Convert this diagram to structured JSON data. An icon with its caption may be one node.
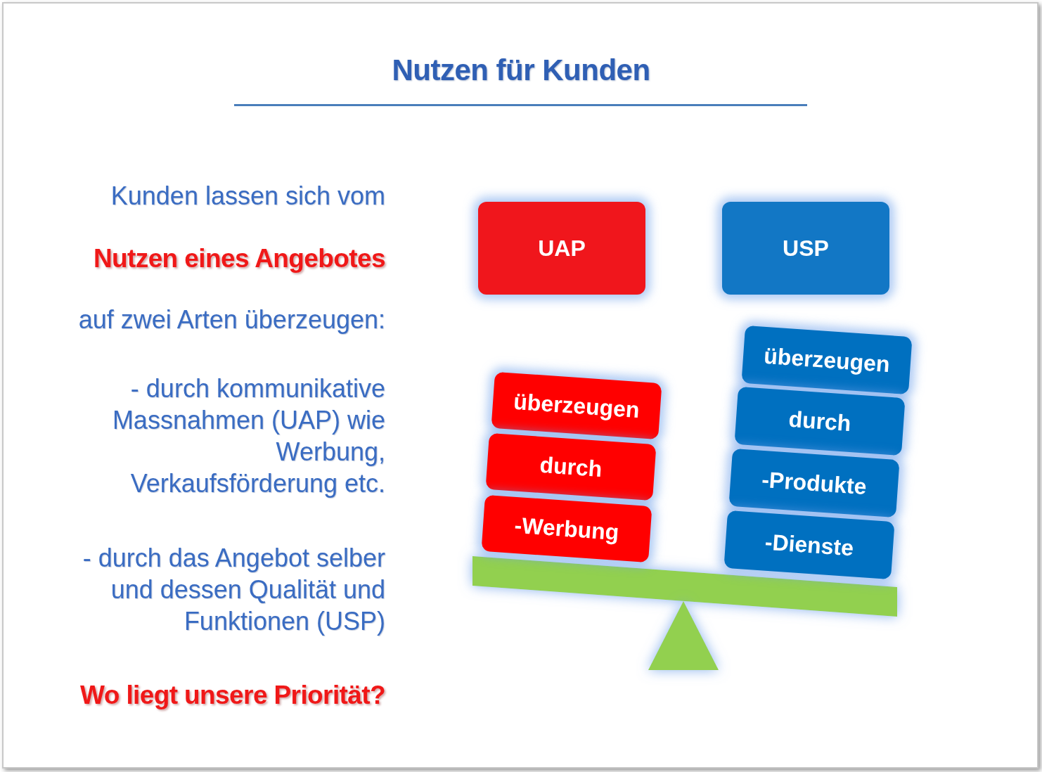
{
  "diagram": {
    "title": "Nutzen für Kunden",
    "nodes": [
      {
        "text": [
          "UAP"
        ]
      },
      {
        "text": [
          "USP"
        ]
      },
      {
        "text": [
          "überzeugen"
        ]
      },
      {
        "text": [
          "durch"
        ]
      },
      {
        "text": [
          "-Werbung"
        ]
      },
      {
        "text": [
          "überzeugen"
        ]
      },
      {
        "text": [
          "durch"
        ]
      },
      {
        "text": [
          "-Produkte"
        ]
      },
      {
        "text": [
          "-Dienste"
        ]
      },
      {
        "text": [],
        "shape": "bar"
      },
      {
        "text": [],
        "shape": "triangle"
      }
    ],
    "labels": [
      "Kunden lassen sich vom",
      "Nutzen eines Angebotes",
      "auf zwei Arten überzeugen:",
      "- durch kommunikative Massnahmen (UAP) wie Werbung, Verkaufsförderung etc.",
      "- durch das Angebot selber und dessen Qualität und Funktionen (USP)",
      "Wo liegt unsere Priorität?"
    ]
  }
}
